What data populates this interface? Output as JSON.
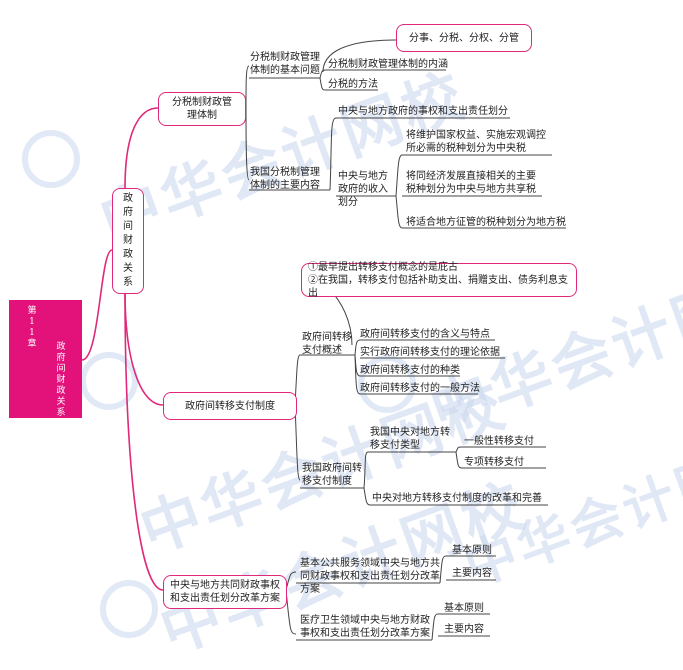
{
  "chapter": {
    "label_left": "第11章",
    "label_right": "政府间财政关系"
  },
  "root": "政府间财政关系",
  "branch1": {
    "title": "分税制财政管理体制",
    "sub1": {
      "label": "分税制财政管理体制的基本问题",
      "note": "分事、分税、分权、分管",
      "items": [
        "分税制财政管理体制的内涵",
        "分税的方法"
      ]
    },
    "sub2": {
      "label": "我国分税制管理体制的主要内容",
      "item1": "中央与地方政府的事权和支出责任划分",
      "item2": {
        "label": "中央与地方政府的收入划分",
        "items": [
          "将维护国家权益、实施宏观调控所必需的税种划分为中央税",
          "将同经济发展直接相关的主要税种划分为中央与地方共享税",
          "将适合地方征管的税种划分为地方税"
        ]
      }
    }
  },
  "branch2": {
    "title": "政府间转移支付制度",
    "note": "①最早提出转移支付概念的是庇古\n②在我国，转移支付包括补助支出、捐赠支出、债务利息支出",
    "sub1": {
      "label": "政府间转移支付概述",
      "items": [
        "政府间转移支付的含义与特点",
        "实行政府间转移支付的理论依据",
        "政府间转移支付的种类",
        "政府间转移支付的一般方法"
      ]
    },
    "sub2": {
      "label": "我国政府间转移支付制度",
      "types_label": "我国中央对地方转移支付类型",
      "types": [
        "一般性转移支付",
        "专项转移支付"
      ],
      "reform": "中央对地方转移支付制度的改革和完善"
    }
  },
  "branch3": {
    "title": "中央与地方共同财政事权和支出责任划分改革方案",
    "sub1": {
      "label": "基本公共服务领域中央与地方共同财政事权和支出责任划分改革方案",
      "items": [
        "基本原则",
        "主要内容"
      ]
    },
    "sub2": {
      "label": "医疗卫生领域中央与地方财政事权和支出责任划分改革方案",
      "items": [
        "基本原则",
        "主要内容"
      ]
    }
  },
  "watermark": "中华会计网校",
  "colors": {
    "accent": "#e2127a",
    "line": "#e0297a",
    "underline": "#444444",
    "watermark": "#c9d7ee"
  }
}
